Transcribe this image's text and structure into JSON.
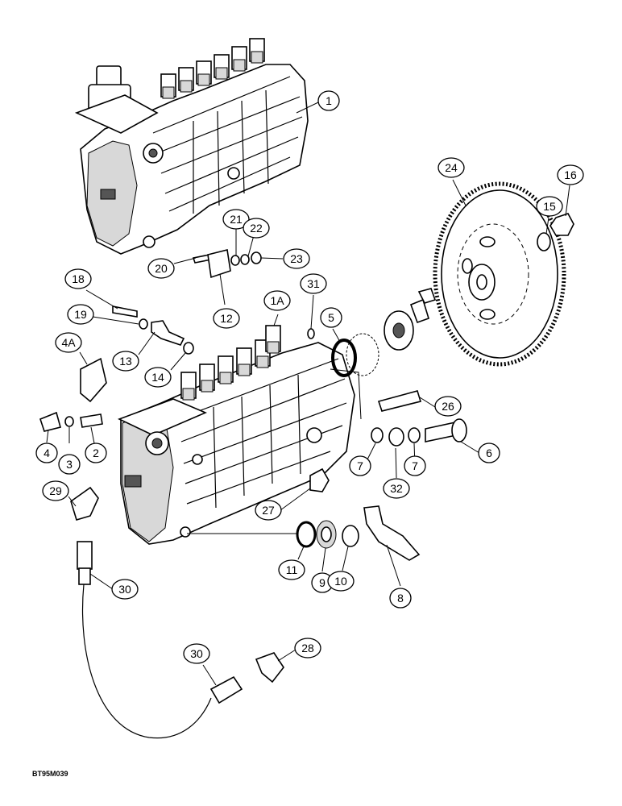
{
  "figure_code": "BT95M039",
  "callouts": [
    {
      "id": "c1",
      "label": "1"
    },
    {
      "id": "c24",
      "label": "24"
    },
    {
      "id": "c16",
      "label": "16"
    },
    {
      "id": "c15",
      "label": "15"
    },
    {
      "id": "c21",
      "label": "21"
    },
    {
      "id": "c22",
      "label": "22"
    },
    {
      "id": "c23",
      "label": "23"
    },
    {
      "id": "c20",
      "label": "20"
    },
    {
      "id": "c12",
      "label": "12"
    },
    {
      "id": "c18",
      "label": "18"
    },
    {
      "id": "c31",
      "label": "31"
    },
    {
      "id": "c1A",
      "label": "1A"
    },
    {
      "id": "c19",
      "label": "19"
    },
    {
      "id": "c5",
      "label": "5"
    },
    {
      "id": "c4A",
      "label": "4A"
    },
    {
      "id": "c13",
      "label": "13"
    },
    {
      "id": "c14",
      "label": "14"
    },
    {
      "id": "c26",
      "label": "26"
    },
    {
      "id": "c4",
      "label": "4"
    },
    {
      "id": "c3",
      "label": "3"
    },
    {
      "id": "c2",
      "label": "2"
    },
    {
      "id": "c7a",
      "label": "7"
    },
    {
      "id": "c7b",
      "label": "7"
    },
    {
      "id": "c6",
      "label": "6"
    },
    {
      "id": "c32",
      "label": "32"
    },
    {
      "id": "c29",
      "label": "29"
    },
    {
      "id": "c27",
      "label": "27"
    },
    {
      "id": "c11",
      "label": "11"
    },
    {
      "id": "c9",
      "label": "9"
    },
    {
      "id": "c10",
      "label": "10"
    },
    {
      "id": "c8",
      "label": "8"
    },
    {
      "id": "c30a",
      "label": "30"
    },
    {
      "id": "c30b",
      "label": "30"
    },
    {
      "id": "c28",
      "label": "28"
    }
  ]
}
